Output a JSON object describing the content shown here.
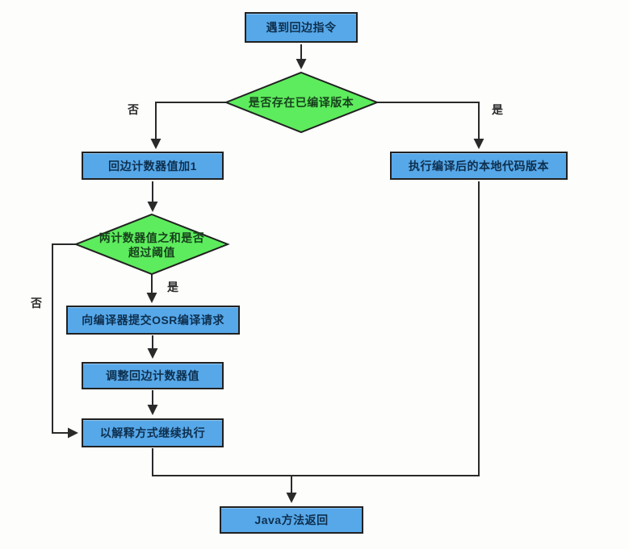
{
  "diagram": {
    "type": "flowchart",
    "colors": {
      "background": "#fdfdfb",
      "process_fill": "#56a8e9",
      "decision_fill": "#5dec5d",
      "node_border": "#212121",
      "line": "#2a2a2a",
      "process_text": "#0e2f4e",
      "decision_text": "#17421c",
      "edge_label_text": "#2b2b2b"
    },
    "nodes": {
      "start": {
        "type": "process",
        "label": "遇到回边指令"
      },
      "decision_compiled": {
        "type": "decision",
        "label": "是否存在已编译版本"
      },
      "increment_counter": {
        "type": "process",
        "label": "回边计数器值加1"
      },
      "execute_native": {
        "type": "process",
        "label": "执行编译后的本地代码版本"
      },
      "decision_threshold": {
        "type": "decision",
        "label_line1": "两计数器值之和是否",
        "label_line2": "超过阈值"
      },
      "submit_osr": {
        "type": "process",
        "label": "向编译器提交OSR编译请求"
      },
      "adjust_counter": {
        "type": "process",
        "label": "调整回边计数器值"
      },
      "continue_interpret": {
        "type": "process",
        "label": "以解释方式继续执行"
      },
      "java_return": {
        "type": "process",
        "label": "Java方法返回"
      }
    },
    "edge_labels": {
      "compiled_no": "否",
      "compiled_yes": "是",
      "threshold_yes": "是",
      "threshold_no": "否"
    },
    "edges": [
      {
        "from": "start",
        "to": "decision_compiled",
        "label": ""
      },
      {
        "from": "decision_compiled",
        "to": "increment_counter",
        "label": "否"
      },
      {
        "from": "decision_compiled",
        "to": "execute_native",
        "label": "是"
      },
      {
        "from": "increment_counter",
        "to": "decision_threshold",
        "label": ""
      },
      {
        "from": "decision_threshold",
        "to": "submit_osr",
        "label": "是"
      },
      {
        "from": "decision_threshold",
        "to": "continue_interpret",
        "label": "否"
      },
      {
        "from": "submit_osr",
        "to": "adjust_counter",
        "label": ""
      },
      {
        "from": "adjust_counter",
        "to": "continue_interpret",
        "label": ""
      },
      {
        "from": "continue_interpret",
        "to": "java_return",
        "label": ""
      },
      {
        "from": "execute_native",
        "to": "java_return",
        "label": ""
      }
    ]
  }
}
